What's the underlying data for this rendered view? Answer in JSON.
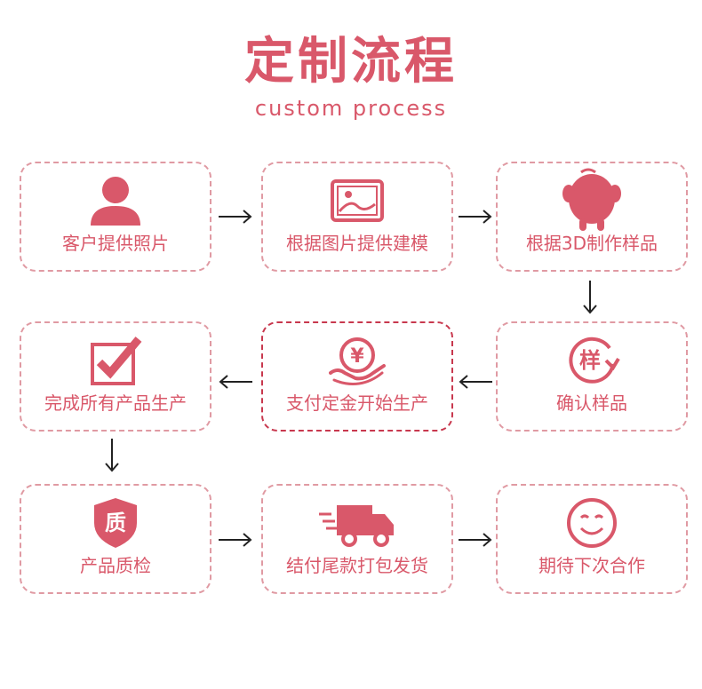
{
  "header": {
    "title": "定制流程",
    "subtitle": "custom process"
  },
  "steps": [
    {
      "label": "客户提供照片",
      "icon": "person-icon"
    },
    {
      "label": "根据图片提供建模",
      "icon": "image-icon"
    },
    {
      "label": "根据3D制作样品",
      "icon": "mascot-figure-icon"
    },
    {
      "label": "完成所有产品生产",
      "icon": "checkbox-icon"
    },
    {
      "label": "支付定金开始生产",
      "icon": "yuan-coin-hand-icon"
    },
    {
      "label": "确认样品",
      "icon": "sample-refresh-icon",
      "glyph": "样"
    },
    {
      "label": "产品质检",
      "icon": "quality-shield-icon",
      "glyph": "质"
    },
    {
      "label": "结付尾款打包发货",
      "icon": "delivery-truck-icon"
    },
    {
      "label": "期待下次合作",
      "icon": "smiley-icon"
    }
  ],
  "colors": {
    "accent": "#d9586a",
    "border": "#e09aa3",
    "active_border": "#c8384e",
    "arrow": "#222222"
  }
}
